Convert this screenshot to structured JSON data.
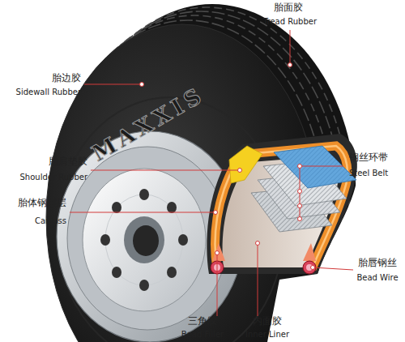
{
  "diagram": {
    "labels": [
      "胎面胶",
      "Tread Rubber",
      "胎边胶",
      "Sidewall Rubber",
      "MAXXIS",
      "胎肩垫胶",
      "Shoulder Rubber",
      "钢丝环带",
      "Steel Belt",
      "胎体钢丝层",
      "Carcass",
      "胎唇钢丝",
      "Bead Wire",
      "三角胶",
      "Bead Filler",
      "内面胶",
      "Inner Liner"
    ]
  }
}
